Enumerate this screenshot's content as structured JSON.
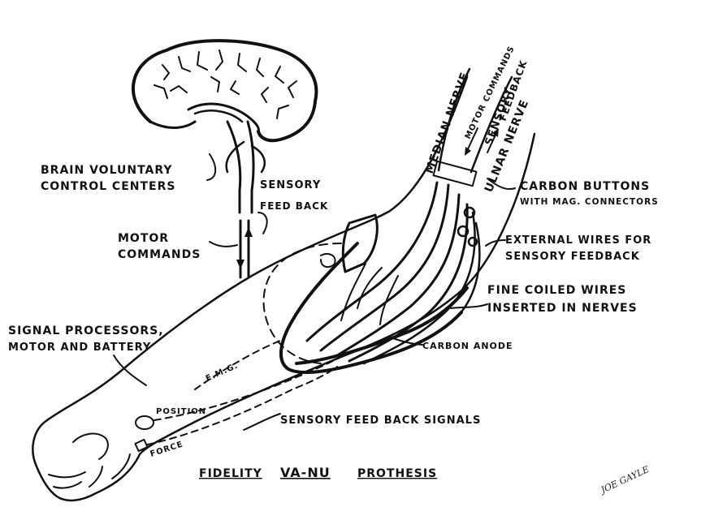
{
  "labels": {
    "brain_line1": "BRAIN VOLUNTARY",
    "brain_line2": "CONTROL CENTERS",
    "sensory_fb_line1": "SENSORY",
    "sensory_fb_line2": "FEED BACK",
    "motor_line1": "MOTOR",
    "motor_line2": "COMMANDS",
    "signal_line1": "SIGNAL PROCESSORS,",
    "signal_line2": "MOTOR AND BATTERY",
    "median_nerve": "MEDIAN NERVE",
    "motor_commands_vert": "MOTOR COMMANDS",
    "sensory_vert": "SENSORY",
    "feedback_vert": "FEEDBACK",
    "ulnar_nerve": "ULNAR NERVE",
    "carbon_buttons_line1": "CARBON BUTTONS",
    "carbon_buttons_line2": "WITH MAG. CONNECTORS",
    "external_wires_line1": "EXTERNAL WIRES FOR",
    "external_wires_line2": "SENSORY   FEEDBACK",
    "fine_coiled_line1": "FINE COILED WIRES",
    "fine_coiled_line2": "INSERTED IN NERVES",
    "carbon_anode": "CARBON ANODE",
    "emg": "E.M.G.",
    "position": "POSITION",
    "force": "FORCE",
    "sensory_signals": "SENSORY FEED BACK SIGNALS",
    "title_word1": "FIDELITY",
    "title_word2": "VA-NU",
    "title_word3": "PROTHESIS",
    "signature": "JOE GAYLE"
  }
}
